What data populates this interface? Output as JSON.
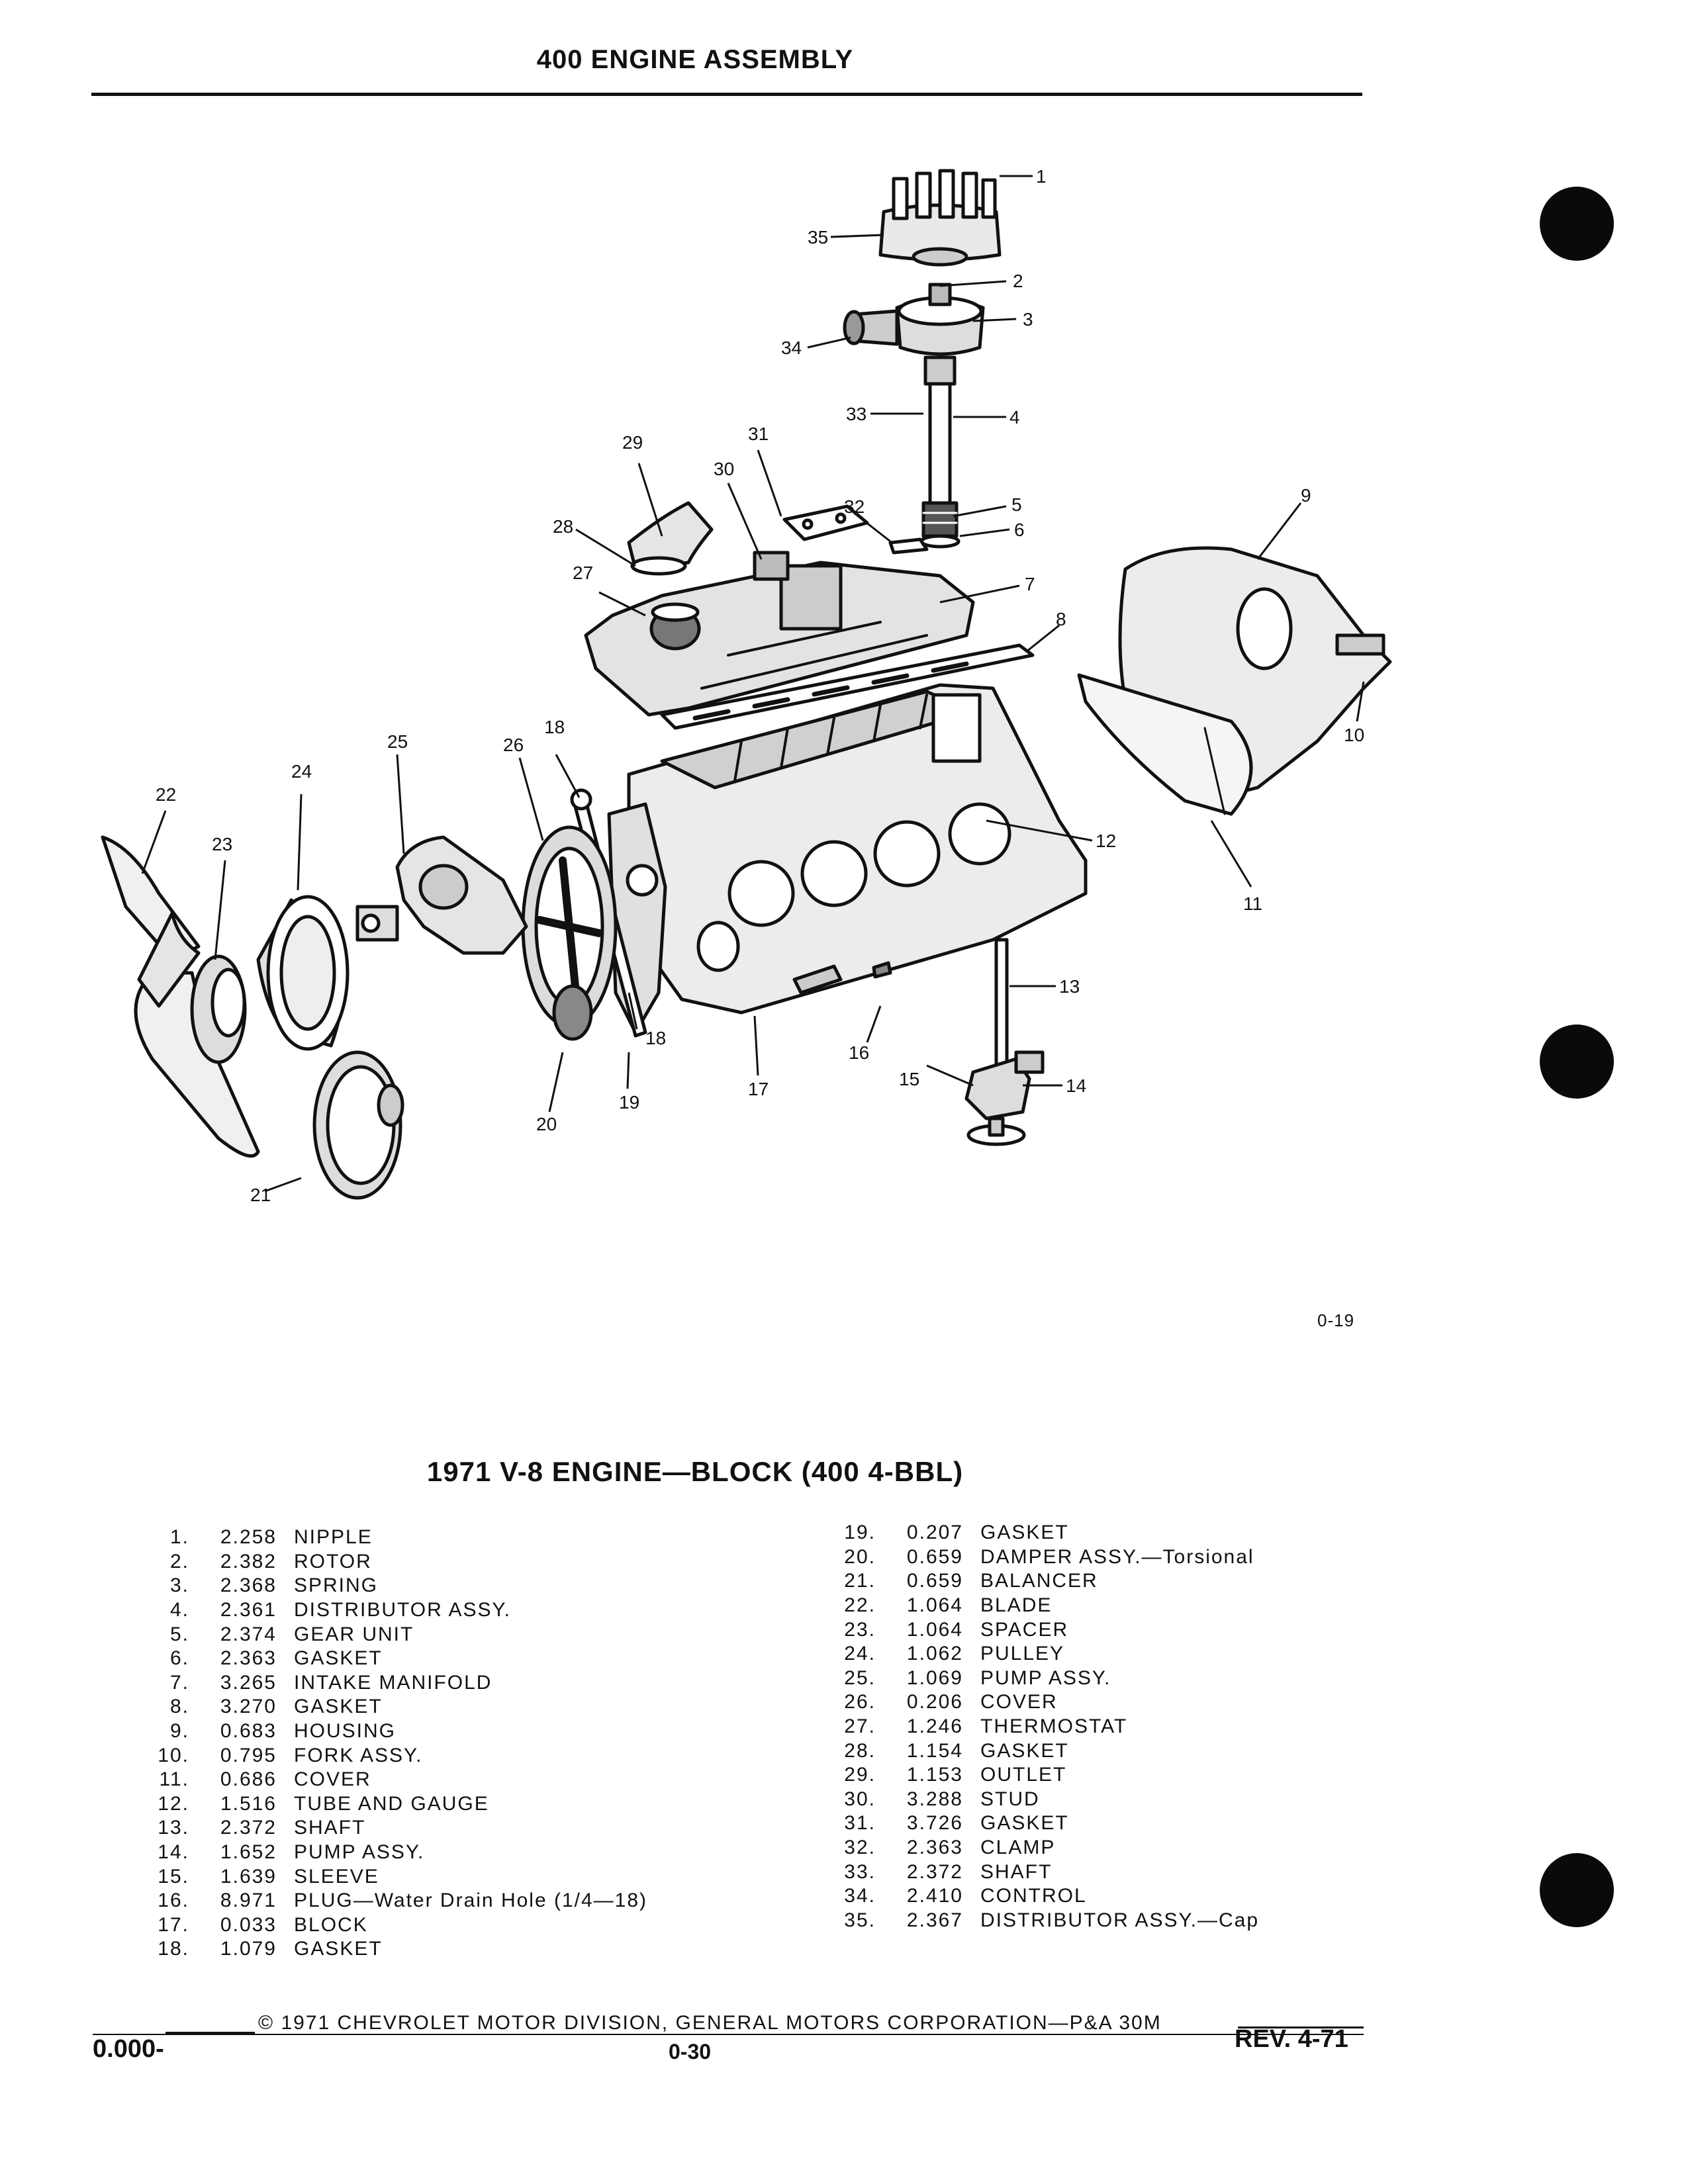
{
  "header": {
    "title": "400 ENGINE ASSEMBLY"
  },
  "figure": {
    "number": "0-19",
    "callouts": [
      "1",
      "2",
      "3",
      "4",
      "5",
      "6",
      "7",
      "8",
      "9",
      "10",
      "11",
      "12",
      "13",
      "14",
      "15",
      "16",
      "17",
      "18",
      "18",
      "19",
      "20",
      "21",
      "22",
      "23",
      "24",
      "25",
      "26",
      "27",
      "28",
      "29",
      "30",
      "31",
      "32",
      "33",
      "34",
      "35"
    ]
  },
  "parts_list": {
    "title": "1971 V-8 ENGINE—BLOCK (400 4-BBL)",
    "left_column": [
      {
        "num": "1.",
        "ref": "2.258",
        "name": "NIPPLE"
      },
      {
        "num": "2.",
        "ref": "2.382",
        "name": "ROTOR"
      },
      {
        "num": "3.",
        "ref": "2.368",
        "name": "SPRING"
      },
      {
        "num": "4.",
        "ref": "2.361",
        "name": "DISTRIBUTOR ASSY."
      },
      {
        "num": "5.",
        "ref": "2.374",
        "name": "GEAR UNIT"
      },
      {
        "num": "6.",
        "ref": "2.363",
        "name": "GASKET"
      },
      {
        "num": "7.",
        "ref": "3.265",
        "name": "INTAKE MANIFOLD"
      },
      {
        "num": "8.",
        "ref": "3.270",
        "name": "GASKET"
      },
      {
        "num": "9.",
        "ref": "0.683",
        "name": "HOUSING"
      },
      {
        "num": "10.",
        "ref": "0.795",
        "name": "FORK ASSY."
      },
      {
        "num": "11.",
        "ref": "0.686",
        "name": "COVER"
      },
      {
        "num": "12.",
        "ref": "1.516",
        "name": "TUBE AND GAUGE"
      },
      {
        "num": "13.",
        "ref": "2.372",
        "name": "SHAFT"
      },
      {
        "num": "14.",
        "ref": "1.652",
        "name": "PUMP ASSY."
      },
      {
        "num": "15.",
        "ref": "1.639",
        "name": "SLEEVE"
      },
      {
        "num": "16.",
        "ref": "8.971",
        "name": "PLUG—Water Drain Hole (1/4—18)"
      },
      {
        "num": "17.",
        "ref": "0.033",
        "name": "BLOCK"
      },
      {
        "num": "18.",
        "ref": "1.079",
        "name": "GASKET"
      }
    ],
    "right_column": [
      {
        "num": "19.",
        "ref": "0.207",
        "name": "GASKET"
      },
      {
        "num": "20.",
        "ref": "0.659",
        "name": "DAMPER ASSY.—Torsional"
      },
      {
        "num": "21.",
        "ref": "0.659",
        "name": "BALANCER"
      },
      {
        "num": "22.",
        "ref": "1.064",
        "name": "BLADE"
      },
      {
        "num": "23.",
        "ref": "1.064",
        "name": "SPACER"
      },
      {
        "num": "24.",
        "ref": "1.062",
        "name": "PULLEY"
      },
      {
        "num": "25.",
        "ref": "1.069",
        "name": "PUMP ASSY."
      },
      {
        "num": "26.",
        "ref": "0.206",
        "name": "COVER"
      },
      {
        "num": "27.",
        "ref": "1.246",
        "name": "THERMOSTAT"
      },
      {
        "num": "28.",
        "ref": "1.154",
        "name": "GASKET"
      },
      {
        "num": "29.",
        "ref": "1.153",
        "name": "OUTLET"
      },
      {
        "num": "30.",
        "ref": "3.288",
        "name": "STUD"
      },
      {
        "num": "31.",
        "ref": "3.726",
        "name": "GASKET"
      },
      {
        "num": "32.",
        "ref": "2.363",
        "name": "CLAMP"
      },
      {
        "num": "33.",
        "ref": "2.372",
        "name": "SHAFT"
      },
      {
        "num": "34.",
        "ref": "2.410",
        "name": "CONTROL"
      },
      {
        "num": "35.",
        "ref": "2.367",
        "name": "DISTRIBUTOR ASSY.—Cap"
      }
    ]
  },
  "footer": {
    "copyright": "© 1971 CHEVROLET MOTOR DIVISION, GENERAL MOTORS CORPORATION—P&A 30M",
    "left_code": "0.000-",
    "page": "0-30",
    "revision": "REV. 4-71"
  }
}
